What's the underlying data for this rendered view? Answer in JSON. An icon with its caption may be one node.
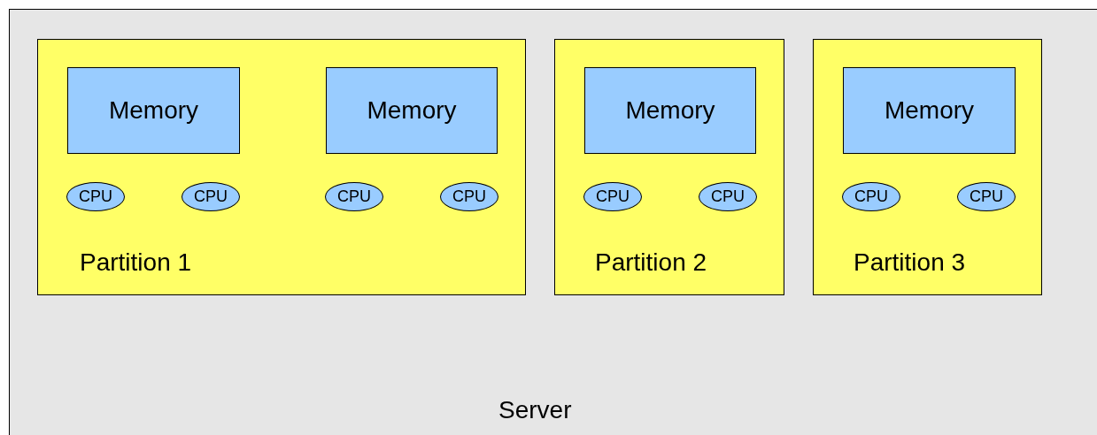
{
  "diagram": {
    "nodes": [
      {
        "text": [
          "Server"
        ]
      },
      {
        "text": [
          "Partition 1"
        ],
        "in": 0
      },
      {
        "text": [
          "Memory"
        ],
        "in": 1
      },
      {
        "text": [
          "Memory"
        ],
        "in": 1
      },
      {
        "text": [
          "CPU"
        ],
        "in": 1
      },
      {
        "text": [
          "CPU"
        ],
        "in": 1
      },
      {
        "text": [
          "CPU"
        ],
        "in": 1
      },
      {
        "text": [
          "CPU"
        ],
        "in": 1
      },
      {
        "text": [
          "Partition 2"
        ],
        "in": 0
      },
      {
        "text": [
          "Memory"
        ],
        "in": 8
      },
      {
        "text": [
          "CPU"
        ],
        "in": 8
      },
      {
        "text": [
          "CPU"
        ],
        "in": 8
      },
      {
        "text": [
          "Partition 3"
        ],
        "in": 0
      },
      {
        "text": [
          "Memory"
        ],
        "in": 12
      },
      {
        "text": [
          "CPU"
        ],
        "in": 12
      },
      {
        "text": [
          "CPU"
        ],
        "in": 12
      }
    ]
  }
}
